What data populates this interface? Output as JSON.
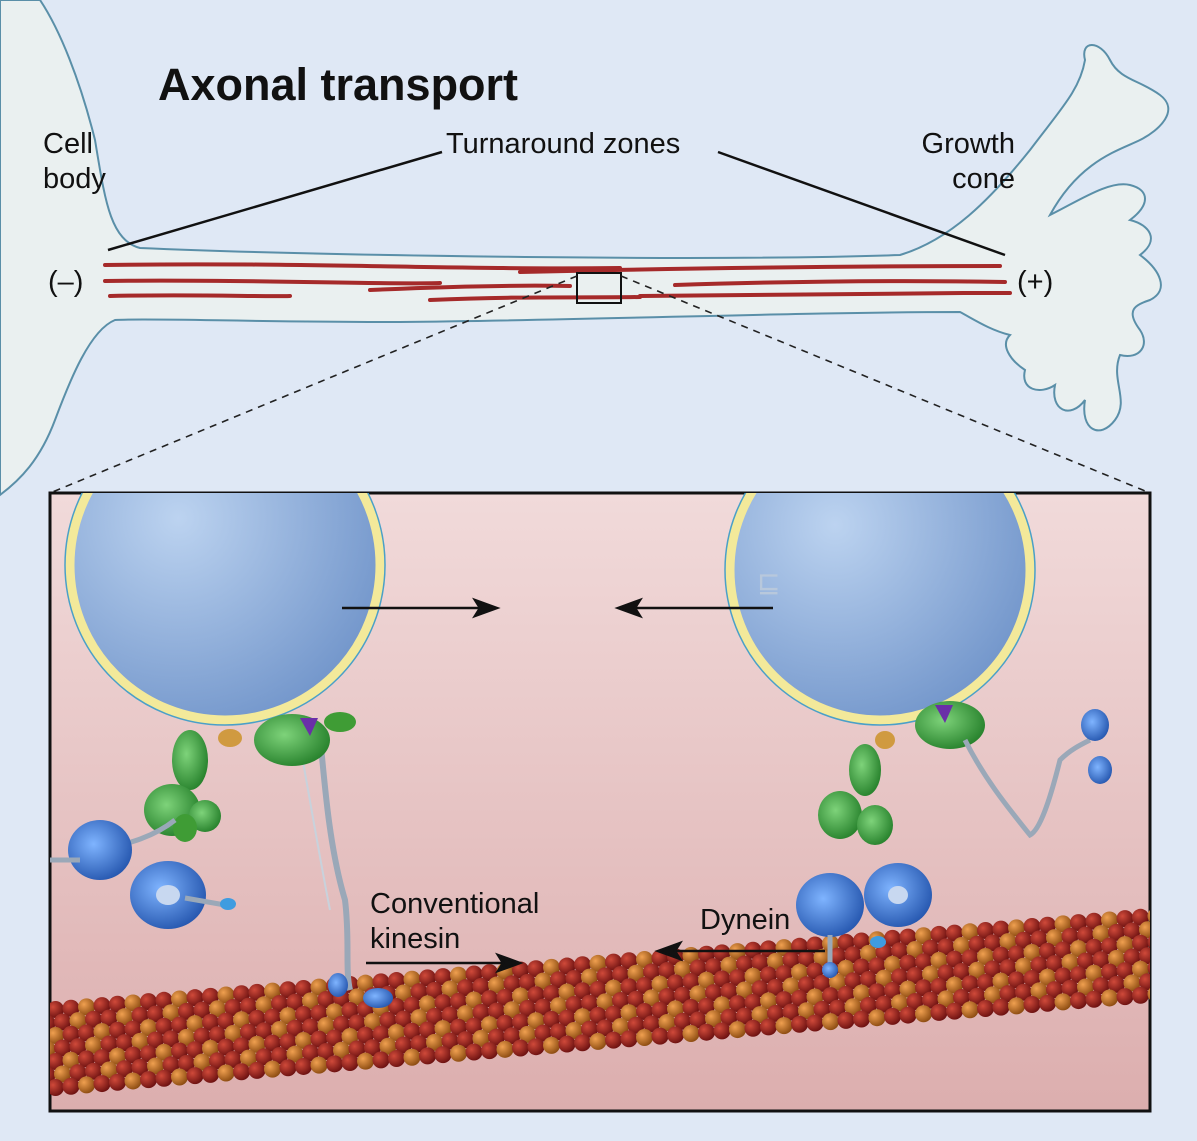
{
  "title": "Axonal transport",
  "labels": {
    "cell_body": "Cell\nbody",
    "growth_cone": "Growth\ncone",
    "turnaround_zones": "Turnaround zones",
    "minus_end": "(–)",
    "plus_end": "(+)",
    "conventional_kinesin": "Conventional\nkinesin",
    "dynein": "Dynein"
  },
  "colors": {
    "background": "#dfe8f5",
    "neuron_fill": "#eaf0f0",
    "neuron_outline": "#5a8fa8",
    "microtubule_line": "#a52a2a",
    "inset_background": "#ecd2d2",
    "vesicle_fill": "#7fa6d8",
    "vesicle_membrane": "#f3e99a",
    "kinesin_motor": "#3f7fd0",
    "cargo_adaptor": "#3f9c35",
    "microtubule_dark": "#8a1a1a",
    "microtubule_light": "#c87020"
  }
}
